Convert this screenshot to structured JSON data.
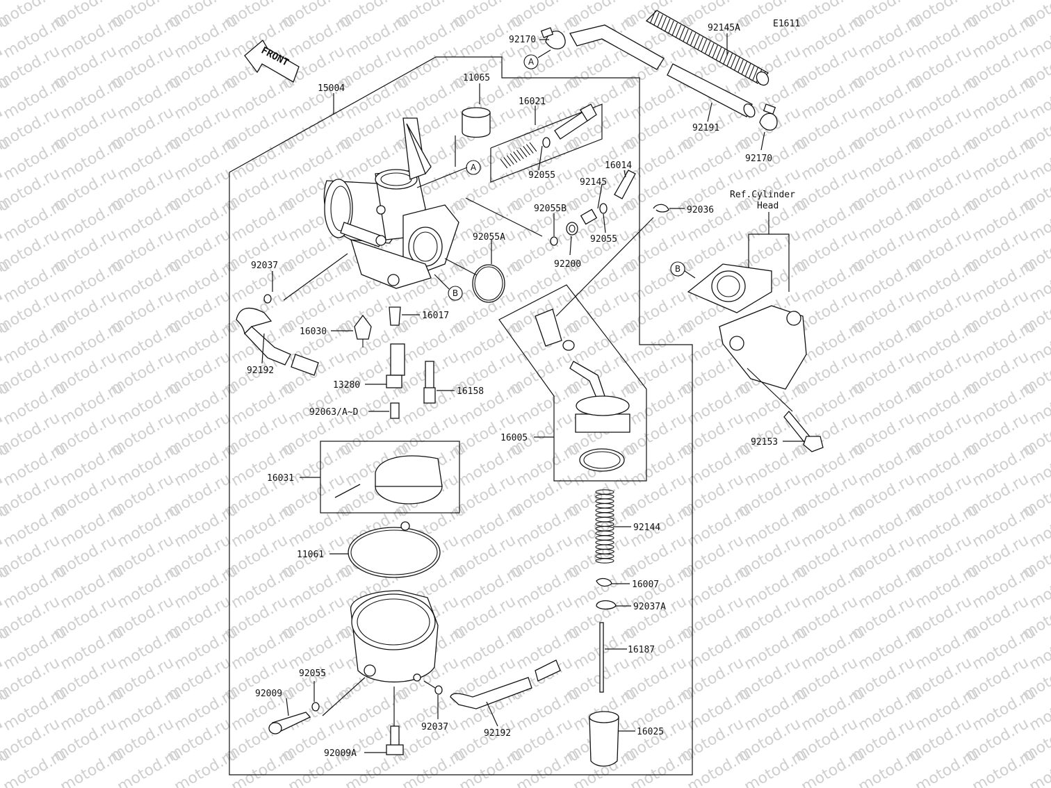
{
  "diagram": {
    "code": "E1611",
    "front": "FRONT",
    "ref_text_1": "Ref.Cylinder",
    "ref_text_2": "Head",
    "watermark": "motod.ru",
    "callout_a": "A",
    "callout_b": "B",
    "parts": {
      "p92170_top": "92170",
      "p92145A": "92145A",
      "p92191": "92191",
      "p92170_bot": "92170",
      "p15004": "15004",
      "p11065": "11065",
      "p16021": "16021",
      "p92055_a": "92055",
      "p16014": "16014",
      "p92145": "92145",
      "p92055B": "92055B",
      "p92055_b": "92055",
      "p92036": "92036",
      "p92055A": "92055A",
      "p92200": "92200",
      "p92037": "92037",
      "p16017": "16017",
      "p16030": "16030",
      "p92192_a": "92192",
      "p13280": "13280",
      "p16158": "16158",
      "p92063": "92063/A~D",
      "p16005": "16005",
      "p92153": "92153",
      "p16031": "16031",
      "p92144": "92144",
      "p11061": "11061",
      "p16007": "16007",
      "p92037A": "92037A",
      "p16187": "16187",
      "p92055_c": "92055",
      "p92009": "92009",
      "p92037_b": "92037",
      "p92192_b": "92192",
      "p16025": "16025",
      "p92009A": "92009A"
    }
  }
}
